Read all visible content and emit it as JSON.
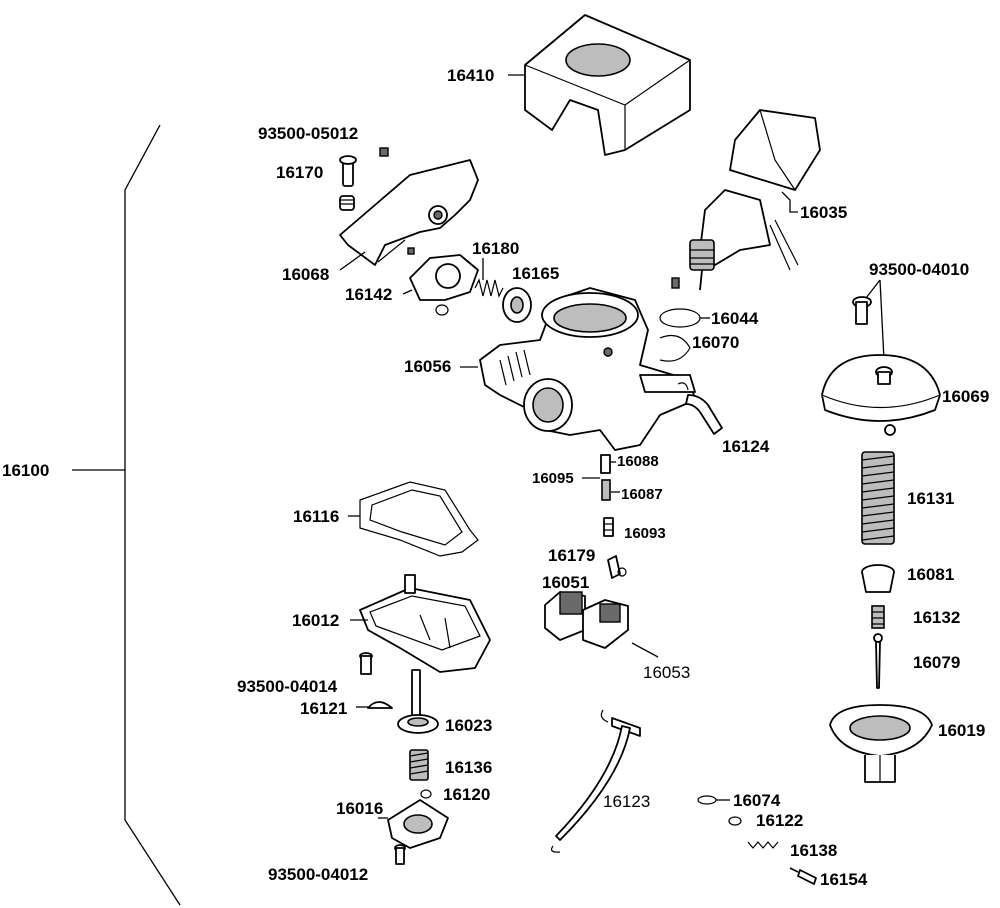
{
  "diagram": {
    "group_label": "16100",
    "labels": {
      "l16410": "16410",
      "l93500_05012": "93500-05012",
      "l16170": "16170",
      "l16068": "16068",
      "l16180": "16180",
      "l16165": "16165",
      "l16142": "16142",
      "l16035": "16035",
      "l16044": "16044",
      "l16070": "16070",
      "l16056": "16056",
      "l16124": "16124",
      "l93500_04010": "93500-04010",
      "l16069": "16069",
      "l16095": "16095",
      "l16088": "16088",
      "l16087": "16087",
      "l16093": "16093",
      "l16131": "16131",
      "l16116": "16116",
      "l16179": "16179",
      "l16051": "16051",
      "l16081": "16081",
      "l16012": "16012",
      "l16053": "16053",
      "l16132": "16132",
      "l16079": "16079",
      "l93500_04014": "93500-04014",
      "l16121": "16121",
      "l16023": "16023",
      "l16019": "16019",
      "l16136": "16136",
      "l16120": "16120",
      "l16016": "16016",
      "l16123": "16123",
      "l16074": "16074",
      "l16122": "16122",
      "l16138": "16138",
      "l93500_04012": "93500-04012",
      "l16154": "16154"
    }
  }
}
